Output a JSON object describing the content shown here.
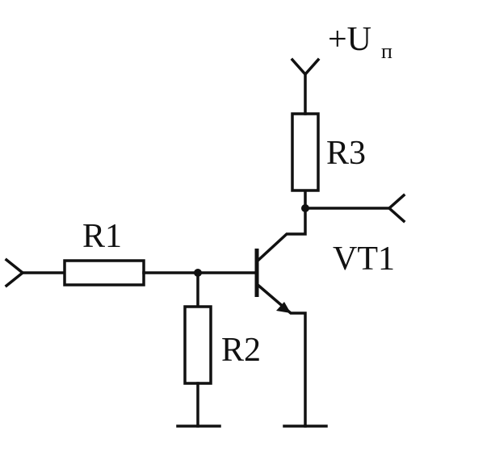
{
  "supply": {
    "label": "+U",
    "subscript": "п"
  },
  "components": {
    "r1": "R1",
    "r2": "R2",
    "r3": "R3",
    "transistor": "VT1"
  },
  "colors": {
    "ink": "#111111",
    "background": "#ffffff"
  }
}
